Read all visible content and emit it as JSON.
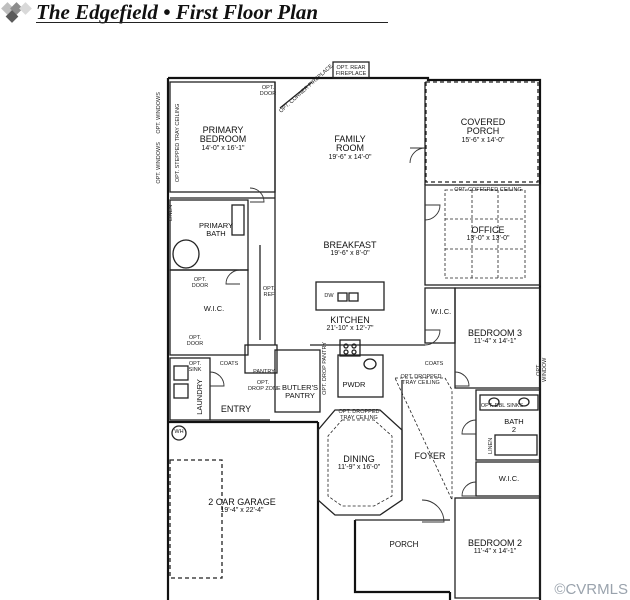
{
  "header": {
    "title": "The Edgefield • First Floor Plan"
  },
  "rooms": [
    {
      "id": "primary-bedroom",
      "name_lines": [
        "PRIMARY",
        "BEDROOM"
      ],
      "dim": "14'-0\" x 16'-1\""
    },
    {
      "id": "family-room",
      "name_lines": [
        "FAMILY",
        "ROOM"
      ],
      "dim": "19'-6\" x 14'-0\""
    },
    {
      "id": "covered-porch",
      "name_lines": [
        "COVERED",
        "PORCH"
      ],
      "dim": "15'-6\" x 14'-0\""
    },
    {
      "id": "primary-bath",
      "name_lines": [
        "PRIMARY",
        "BATH"
      ],
      "dim": ""
    },
    {
      "id": "breakfast",
      "name_lines": [
        "BREAKFAST"
      ],
      "dim": "19'-6\" x 8'-0\""
    },
    {
      "id": "office",
      "name_lines": [
        "OFFICE"
      ],
      "dim": "13'-0\" x 13'-0\""
    },
    {
      "id": "wic-primary",
      "name_lines": [
        "W.I.C."
      ],
      "dim": ""
    },
    {
      "id": "kitchen",
      "name_lines": [
        "KITCHEN"
      ],
      "dim": "21'-10\" x 12'-7\""
    },
    {
      "id": "wic-bed3",
      "name_lines": [
        "W.I.C."
      ],
      "dim": ""
    },
    {
      "id": "bedroom-3",
      "name_lines": [
        "BEDROOM 3"
      ],
      "dim": "11'-4\" x 14'-1\""
    },
    {
      "id": "butlers-pantry",
      "name_lines": [
        "BUTLER'S",
        "PANTRY"
      ],
      "dim": ""
    },
    {
      "id": "pwdr",
      "name_lines": [
        "PWDR"
      ],
      "dim": ""
    },
    {
      "id": "entry",
      "name_lines": [
        "ENTRY"
      ],
      "dim": ""
    },
    {
      "id": "laundry",
      "name_lines": [
        "LAUNDRY"
      ],
      "dim": ""
    },
    {
      "id": "bath-2",
      "name_lines": [
        "BATH",
        "2"
      ],
      "dim": ""
    },
    {
      "id": "dining",
      "name_lines": [
        "DINING"
      ],
      "dim": "11'-9\" x 16'-0\""
    },
    {
      "id": "foyer",
      "name_lines": [
        "FOYER"
      ],
      "dim": ""
    },
    {
      "id": "wic-bed2",
      "name_lines": [
        "W.I.C."
      ],
      "dim": ""
    },
    {
      "id": "garage",
      "name_lines": [
        "2 CAR GARAGE"
      ],
      "dim": "19'-4\" x 22'-4\""
    },
    {
      "id": "porch",
      "name_lines": [
        "PORCH"
      ],
      "dim": ""
    },
    {
      "id": "bedroom-2",
      "name_lines": [
        "BEDROOM 2"
      ],
      "dim": "11'-4\" x 14'-1\""
    }
  ],
  "notes": {
    "opt_rear_fireplace": [
      "OPT. REAR",
      "FIREPLACE"
    ],
    "opt_door_top": [
      "OPT.",
      "DOOR"
    ],
    "opt_corner_fireplace": "OPT. CORNER FIREPLACE",
    "opt_stepped_tray": "OPT. STEPPED TRAY CEILING",
    "opt_windows_1": "OPT. WINDOWS",
    "opt_windows_2": "OPT. WINDOWS",
    "opt_coffered": "OPT. COFFERED CEILING",
    "linen_1": "LINEN",
    "opt_door_bath": [
      "OPT.",
      "DOOR"
    ],
    "opt_ref": [
      "OPT.",
      "REF"
    ],
    "dw": "DW",
    "opt_door_wic": [
      "OPT.",
      "DOOR"
    ],
    "opt_sink": [
      "OPT.",
      "SINK"
    ],
    "coats_1": "COATS",
    "pantry": "PANTRY",
    "opt_drop_zone": [
      "OPT.",
      "DROP ZONE"
    ],
    "opt_drop_pantry": "OPT. DROP PANTRY",
    "coats_2": "COATS",
    "opt_dropped_tray_1": [
      "OPT. DROPPED",
      "TRAY CEILING"
    ],
    "opt_dropped_tray_2": [
      "OPT. DROPPED",
      "TRAY CEILING"
    ],
    "opt_dbl_sinks": "OPT. DBL SINKS",
    "opt_window": [
      "OPT.",
      "WINDOW"
    ],
    "linen_2": "LINEN",
    "wh": "WH"
  },
  "watermark": "©CVRMLS"
}
